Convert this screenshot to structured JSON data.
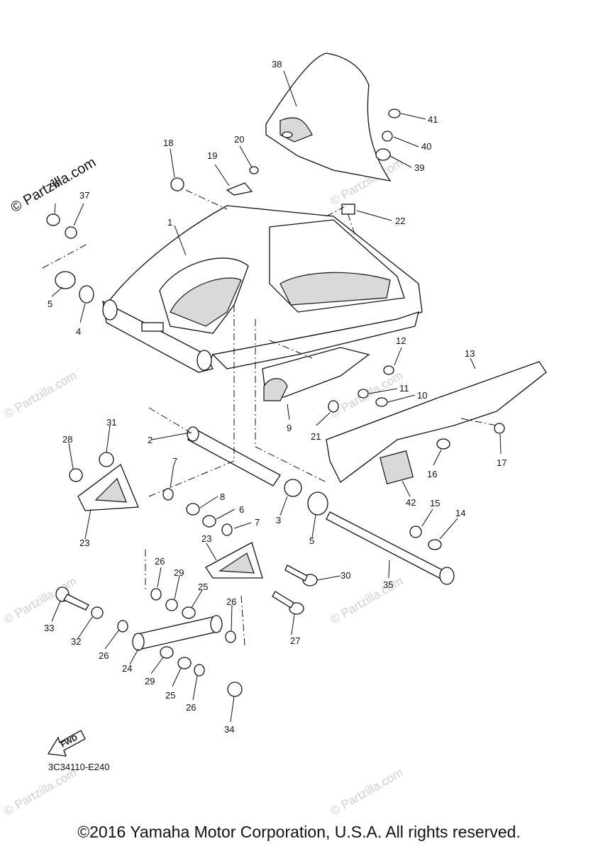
{
  "watermark": {
    "main": "© Partzilla.com",
    "faint": "© Partzilla.com"
  },
  "diagram_code": "3C34110-E240",
  "fwd_label": "FWD",
  "copyright": "©2016 Yamaha Motor Corporation, U.S.A. All rights reserved.",
  "callouts": [
    "1",
    "2",
    "3",
    "4",
    "5",
    "5",
    "6",
    "7",
    "7",
    "8",
    "9",
    "10",
    "11",
    "12",
    "13",
    "14",
    "15",
    "16",
    "17",
    "18",
    "19",
    "20",
    "21",
    "22",
    "23",
    "23",
    "24",
    "25",
    "25",
    "26",
    "26",
    "26",
    "26",
    "27",
    "28",
    "29",
    "29",
    "30",
    "31",
    "32",
    "33",
    "34",
    "35",
    "36",
    "37",
    "38",
    "39",
    "40",
    "41",
    "42"
  ]
}
